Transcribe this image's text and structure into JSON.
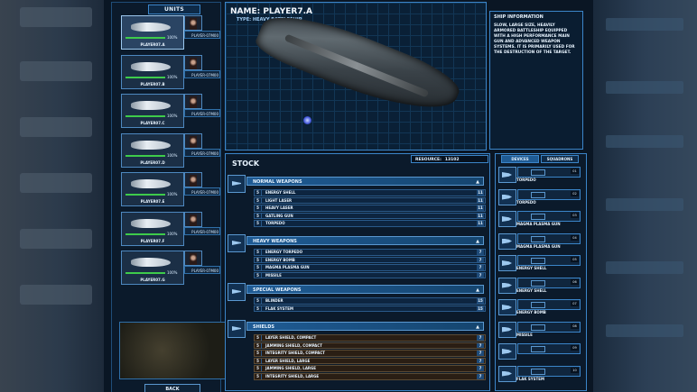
{
  "units": {
    "title": "UNITS",
    "back_label": "BACK",
    "items": [
      {
        "name": "PLAYER07.A",
        "pilot": "PLAYER-07M00",
        "hp": "100%",
        "hp_fraction": 1.0,
        "selected": true
      },
      {
        "name": "PLAYER07.B",
        "pilot": "PLAYER-07M00",
        "hp": "100%",
        "hp_fraction": 1.0,
        "selected": false
      },
      {
        "name": "PLAYER07.C",
        "pilot": "PLAYER-07M00",
        "hp": "100%",
        "hp_fraction": 1.0,
        "selected": false
      },
      {
        "name": "PLAYER07.D",
        "pilot": "PLAYER-07M00",
        "hp": "100%",
        "hp_fraction": 1.0,
        "selected": false
      },
      {
        "name": "PLAYER07.E",
        "pilot": "PLAYER-07M00",
        "hp": "100%",
        "hp_fraction": 1.0,
        "selected": false
      },
      {
        "name": "PLAYER07.F",
        "pilot": "PLAYER-07M00",
        "hp": "100%",
        "hp_fraction": 1.0,
        "selected": false
      },
      {
        "name": "PLAYER07.G",
        "pilot": "PLAYER-07M00",
        "hp": "100%",
        "hp_fraction": 1.0,
        "selected": false
      }
    ]
  },
  "ship": {
    "name": "NAME: PLAYER7.A",
    "type": "TYPE: HEAVY BATTLESHIP"
  },
  "ship_info": {
    "title": "SHIP INFORMATION",
    "text": "SLOW, LARGE SIZE, HEAVILY ARMORED BATTLESHIP EQUIPPED WITH A HIGH PERFORMANCE MAIN GUN AND ADVANCED WEAPON SYSTEMS. IT IS PRIMARILY USED FOR THE DESTRUCTION OF THE TARGET."
  },
  "stock": {
    "title": "STOCK",
    "resource_label": "RESOURCE:",
    "resource_value": "13102",
    "categories": [
      {
        "name": "NORMAL WEAPONS",
        "items": [
          {
            "num": "5",
            "label": "ENERGY SHELL",
            "qty": "11"
          },
          {
            "num": "5",
            "label": "LIGHT LASER",
            "qty": "11"
          },
          {
            "num": "5",
            "label": "HEAVY LASER",
            "qty": "11"
          },
          {
            "num": "5",
            "label": "GATLING GUN",
            "qty": "11"
          },
          {
            "num": "5",
            "label": "TORPEDO",
            "qty": "11"
          }
        ]
      },
      {
        "name": "HEAVY WEAPONS",
        "items": [
          {
            "num": "5",
            "label": "ENERGY TORPEDO",
            "qty": "7"
          },
          {
            "num": "5",
            "label": "ENERGY BOMB",
            "qty": "7"
          },
          {
            "num": "5",
            "label": "MAGMA PLASMA GUN",
            "qty": "7"
          },
          {
            "num": "5",
            "label": "MISSILE",
            "qty": "7"
          }
        ]
      },
      {
        "name": "SPECIAL WEAPONS",
        "items": [
          {
            "num": "5",
            "label": "BLINDER",
            "qty": "15"
          },
          {
            "num": "5",
            "label": "FLAK SYSTEM",
            "qty": "15"
          }
        ]
      },
      {
        "name": "SHIELDS",
        "items": [
          {
            "num": "5",
            "label": "LAYER SHIELD, COMPACT",
            "qty": "7"
          },
          {
            "num": "5",
            "label": "JAMMING SHIELD, COMPACT",
            "qty": "7"
          },
          {
            "num": "5",
            "label": "INTEGRITY SHIELD, COMPACT",
            "qty": "7"
          },
          {
            "num": "5",
            "label": "LAYER SHIELD, LARGE",
            "qty": "7"
          },
          {
            "num": "5",
            "label": "JAMMING SHIELD, LARGE",
            "qty": "7"
          },
          {
            "num": "5",
            "label": "INTEGRITY SHIELD, LARGE",
            "qty": "7"
          }
        ]
      }
    ]
  },
  "devices": {
    "tabs": [
      "DEVICES",
      "SQUADRONS"
    ],
    "slots": [
      {
        "num": "01",
        "label": "TORPEDO"
      },
      {
        "num": "02",
        "label": "TORPEDO"
      },
      {
        "num": "03",
        "label": "MAGMA PLASMA GUN"
      },
      {
        "num": "04",
        "label": "MAGMA PLASMA GUN"
      },
      {
        "num": "05",
        "label": "ENERGY SHELL"
      },
      {
        "num": "06",
        "label": "ENERGY SHELL"
      },
      {
        "num": "07",
        "label": "ENERGY BOMB"
      },
      {
        "num": "08",
        "label": "MISSILE"
      },
      {
        "num": "09",
        "label": ""
      },
      {
        "num": "10",
        "label": "FLAK SYSTEM"
      }
    ]
  }
}
